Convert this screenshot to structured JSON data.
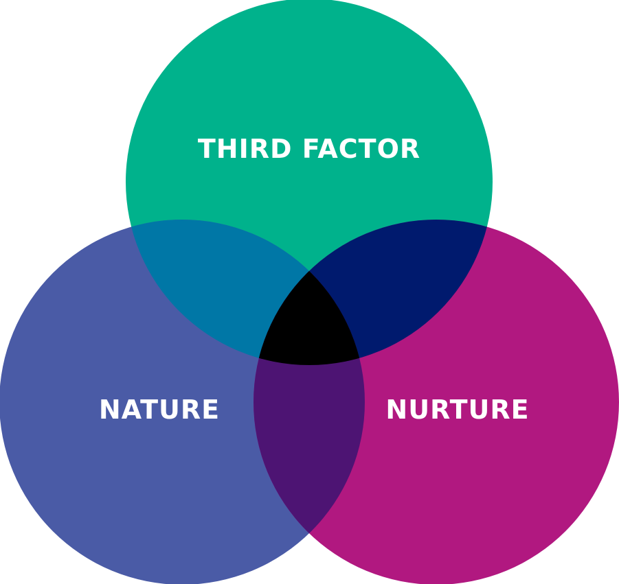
{
  "diagram": {
    "type": "venn",
    "sets": [
      {
        "key": "third",
        "label": "THIRD FACTOR",
        "color": "#00B28C"
      },
      {
        "key": "nature",
        "label": "NATURE",
        "color": "#4A5BA6"
      },
      {
        "key": "nurture",
        "label": "NURTURE",
        "color": "#B11880"
      }
    ],
    "overlaps": {
      "third_nature": "#0077A6",
      "third_nurture": "#001A6E",
      "nature_nurture": "#4D1473",
      "all": "#000000"
    }
  }
}
